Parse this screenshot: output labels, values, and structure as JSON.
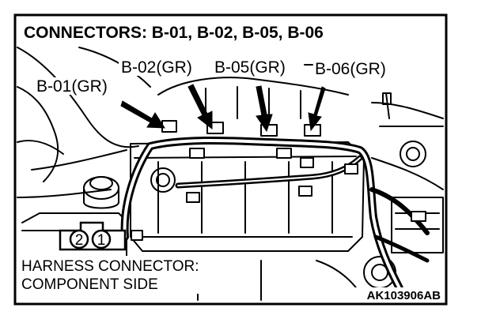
{
  "diagram": {
    "title": "CONNECTORS: B-01, B-02, B-05, B-06",
    "connectors": [
      {
        "id": "b01",
        "label": "B-01(GR)"
      },
      {
        "id": "b02",
        "label": "B-02(GR)"
      },
      {
        "id": "b05",
        "label": "B-05(GR)"
      },
      {
        "id": "b06",
        "label": "B-06(GR)"
      }
    ],
    "harness_note_line1": "HARNESS CONNECTOR:",
    "harness_note_line2": "COMPONENT SIDE",
    "pins": [
      "2",
      "1"
    ],
    "figure_code": "AK103906AB"
  }
}
